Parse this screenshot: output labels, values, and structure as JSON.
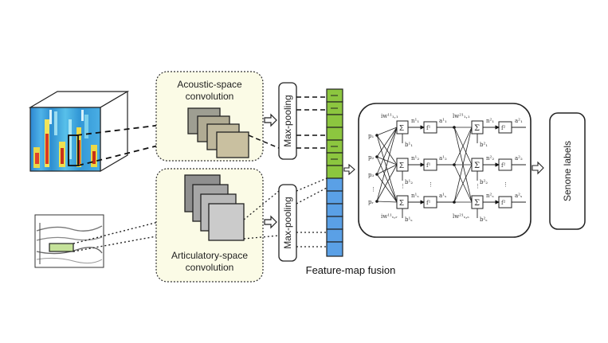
{
  "acoustic_conv": {
    "line1": "Acoustic-space",
    "line2": "convolution"
  },
  "articulatory_conv": {
    "line1": "Articulatory-space",
    "line2": "convolution"
  },
  "max_pool_top": "Max-pooling",
  "max_pool_bottom": "Max-pooling",
  "fusion_label": "Feature-map fusion",
  "senone_label": "Senone labels",
  "nn": {
    "inputs": [
      "p₁",
      "p₂",
      "p₃",
      "pᵣ"
    ],
    "w_top": "iw¹¹₁,₁",
    "w_bottom": "iw¹¹ₛ,ᵣ",
    "lw_top": "lw²¹₁,₁",
    "lw_bottom": "lw²¹ₛ,ₛ",
    "sum": "Σ",
    "n1": [
      "n¹₁",
      "n¹₂",
      "n¹ₛ"
    ],
    "b1": [
      "b¹₁",
      "b¹₂",
      "b¹ₛ"
    ],
    "f1": "f¹",
    "a1": [
      "a¹₁",
      "a¹₂",
      "a¹ₛ"
    ],
    "n2": [
      "n²₁",
      "n²₂",
      "n²ₛ"
    ],
    "b2": [
      "b²₁",
      "b²₂",
      "b²ₛ"
    ],
    "f2": "f²",
    "a2": [
      "a²₁",
      "a²₂",
      "a²ₛ"
    ]
  },
  "colors": {
    "conv_panel": "#fbfbe6",
    "feature_green": "#8cc63f",
    "feature_blue": "#5aa0e6",
    "spectrogram_bg": "#2f8fd0"
  }
}
